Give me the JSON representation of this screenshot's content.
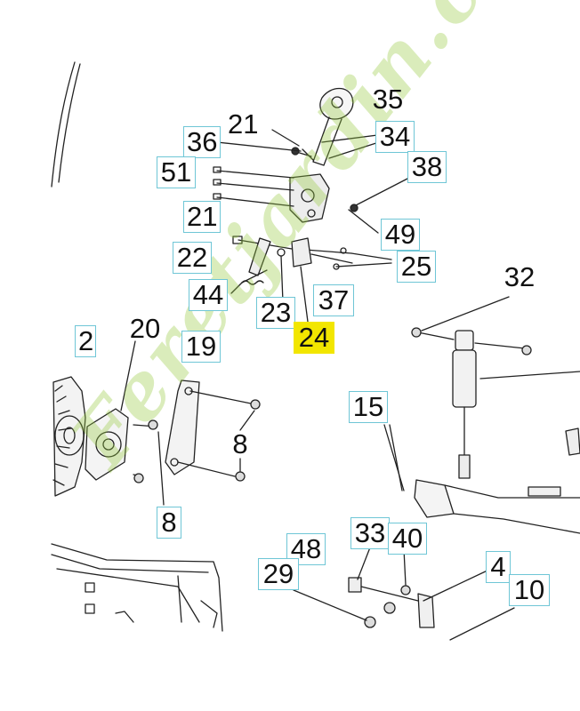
{
  "parts": {
    "p35": "35",
    "p21a": "21",
    "p36": "36",
    "p34": "34",
    "p51": "51",
    "p38": "38",
    "p21b": "21",
    "p49": "49",
    "p22": "22",
    "p25": "25",
    "p44": "44",
    "p23": "23",
    "p37": "37",
    "p24": "24",
    "p32": "32",
    "p2": "2",
    "p20": "20",
    "p19": "19",
    "p15": "15",
    "p8a": "8",
    "p8b": "8",
    "p33": "33",
    "p40": "40",
    "p48": "48",
    "p29": "29",
    "p4": "4",
    "p10": "10"
  },
  "highlight_color": "#f2e600",
  "label_border_color": "#6fc6d6",
  "watermark": {
    "text": "Feretjardin.com",
    "color_orange": "#f0a030",
    "color_green": "#9ccd4a"
  }
}
